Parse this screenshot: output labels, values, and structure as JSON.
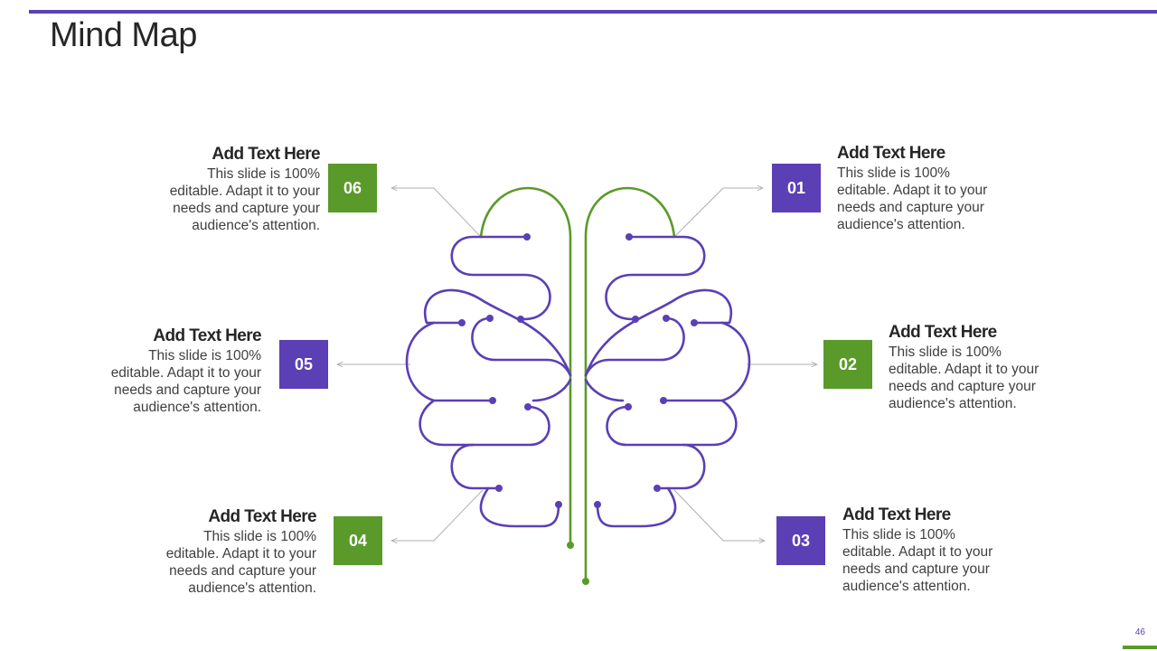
{
  "slide": {
    "title": "Mind Map",
    "page_number": "46"
  },
  "colors": {
    "purple": "#5b3fb5",
    "green": "#5a9a2a",
    "connector": "#b0b0b0"
  },
  "items": [
    {
      "number": "01",
      "heading": "Add Text Here",
      "lines": [
        "This slide is 100%",
        "editable. Adapt it to your",
        "needs and capture your",
        "audience's attention."
      ],
      "color": "purple"
    },
    {
      "number": "02",
      "heading": "Add Text Here",
      "lines": [
        "This slide is 100%",
        "editable. Adapt it to your",
        "needs and capture your",
        "audience's attention."
      ],
      "color": "green"
    },
    {
      "number": "03",
      "heading": "Add Text Here",
      "lines": [
        "This slide is 100%",
        "editable. Adapt it to your",
        "needs and capture your",
        "audience's attention."
      ],
      "color": "purple"
    },
    {
      "number": "04",
      "heading": "Add Text Here",
      "lines": [
        "This slide is 100%",
        "editable. Adapt it to your",
        "needs and capture your",
        "audience's attention."
      ],
      "color": "green"
    },
    {
      "number": "05",
      "heading": "Add Text Here",
      "lines": [
        "This slide is 100%",
        "editable. Adapt it to your",
        "needs and capture your",
        "audience's attention."
      ],
      "color": "purple"
    },
    {
      "number": "06",
      "heading": "Add Text Here",
      "lines": [
        "This slide is 100%",
        "editable. Adapt it to your",
        "needs and capture your",
        "audience's attention."
      ],
      "color": "green"
    }
  ]
}
